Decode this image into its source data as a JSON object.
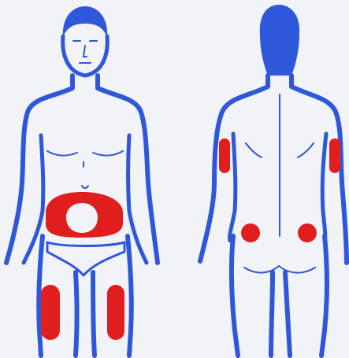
{
  "colors": {
    "background": "#f2f3f7",
    "outline": "#2f57d9",
    "hair": "#2f57d9",
    "site": "#e01e1e",
    "inner": "#f7f7fb"
  },
  "figures": [
    {
      "view": "front",
      "sites": [
        "abdomen",
        "left-thigh",
        "right-thigh"
      ]
    },
    {
      "view": "back",
      "sites": [
        "left-upper-arm",
        "right-upper-arm",
        "left-buttock",
        "right-buttock"
      ]
    }
  ]
}
